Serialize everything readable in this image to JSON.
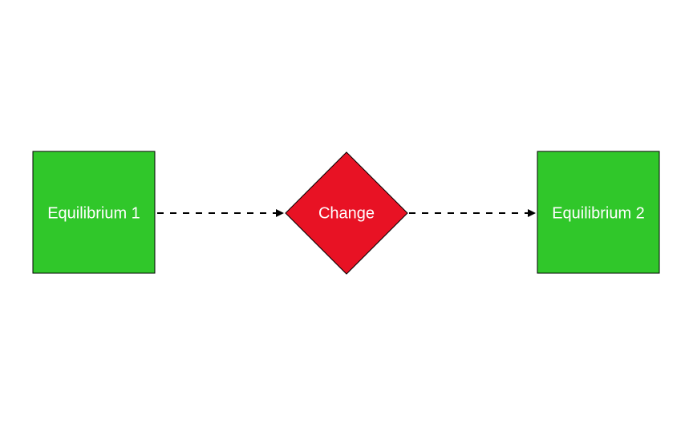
{
  "diagram": {
    "nodes": [
      {
        "id": "equilibrium-1",
        "label": "Equilibrium 1",
        "shape": "square",
        "fill": "#30c72a"
      },
      {
        "id": "change",
        "label": "Change",
        "shape": "diamond",
        "fill": "#e81224"
      },
      {
        "id": "equilibrium-2",
        "label": "Equilibrium 2",
        "shape": "square",
        "fill": "#30c72a"
      }
    ],
    "edges": [
      {
        "from": "equilibrium-1",
        "to": "change",
        "style": "dashed",
        "arrow": "end"
      },
      {
        "from": "change",
        "to": "equilibrium-2",
        "style": "dashed",
        "arrow": "end"
      }
    ],
    "colors": {
      "label_text": "#ffffff",
      "stroke": "#000000"
    }
  }
}
